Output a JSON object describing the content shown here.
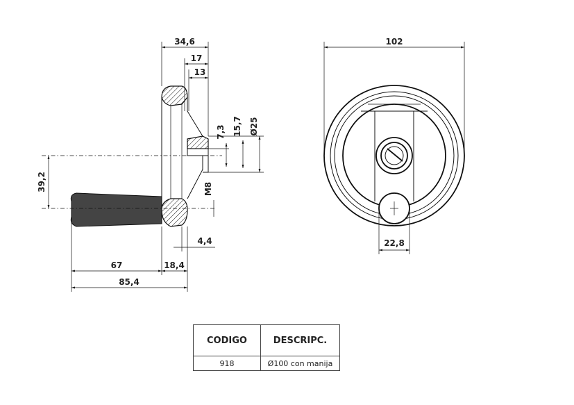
{
  "side_view": {
    "dims": {
      "width_total": "34,6",
      "hub_17": "17",
      "hub_13": "13",
      "d_7_3": "7,3",
      "d_15_7": "15,7",
      "d_25": "Ø25",
      "offset_39_2": "39,2",
      "thread_m8": "M8",
      "d_4_4": "4,4",
      "handle_67": "67",
      "handle_18_4": "18,4",
      "overall_85_4": "85,4"
    }
  },
  "front_view": {
    "dims": {
      "diameter_102": "102",
      "knob_22_8": "22,8"
    }
  },
  "table": {
    "headers": [
      "CODIGO",
      "DESCRIPC."
    ],
    "rows": [
      [
        "918",
        "Ø100 con manija"
      ]
    ]
  }
}
